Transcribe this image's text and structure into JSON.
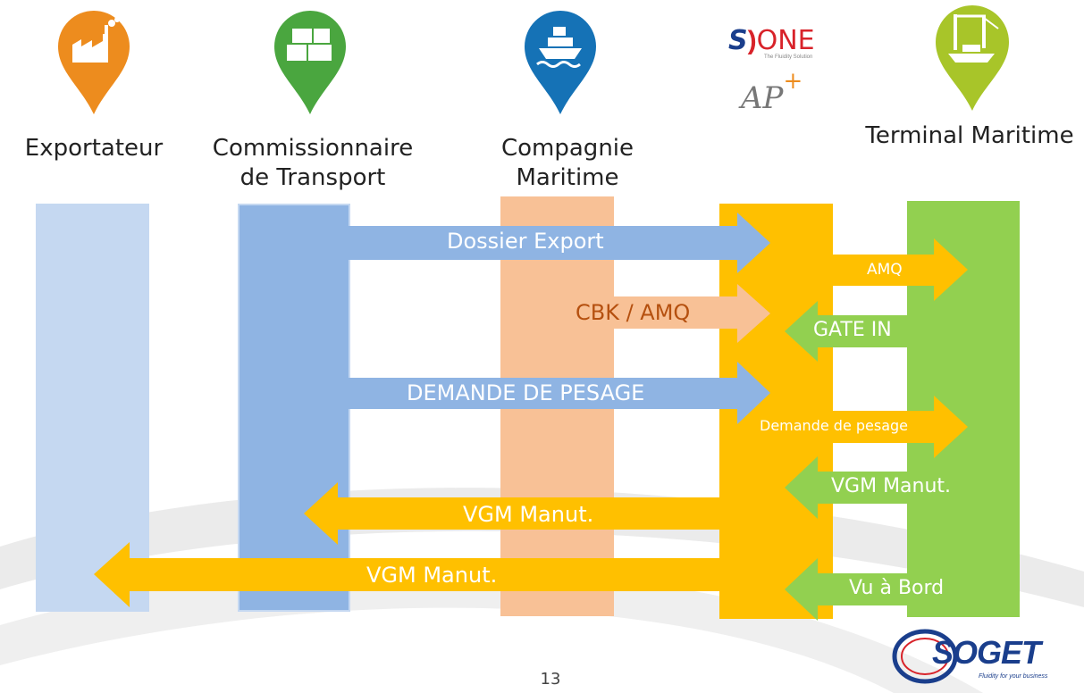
{
  "actors": [
    {
      "label": "Exportateur",
      "color": "#ED8C1E",
      "column_color": "#C5D8F1",
      "icon": "factory-icon"
    },
    {
      "label": "Commissionnaire de Transport",
      "color": "#4AA63F",
      "column_color": "#8FB4E3",
      "icon": "boxes-icon"
    },
    {
      "label": "Compagnie Maritime",
      "color": "#1572B6",
      "column_color": "#F8C196",
      "icon": "ship-icon"
    },
    {
      "label": "",
      "color": "#FFC000",
      "column_color": "#FFC000",
      "icon": "s-one-ap-plus-logo"
    },
    {
      "label": "Terminal Maritime",
      "color": "#A8C529",
      "column_color": "#92D050",
      "icon": "crane-icon"
    }
  ],
  "logos": {
    "s_one": "S",
    "one": "ONE",
    "s_one_tagline": "The Fluidity Solution",
    "ap_plus": "AP",
    "plus": "+",
    "soget": "SOGET",
    "soget_tagline": "Fluidity for your business"
  },
  "flows": [
    {
      "label": "Dossier Export",
      "from": "Commissionnaire de Transport",
      "to": "S)ONE / AP+",
      "color": "#8FB4E3"
    },
    {
      "label": "AMQ",
      "from": "S)ONE / AP+",
      "to": "Terminal Maritime",
      "color": "#FFC000"
    },
    {
      "label": "CBK / AMQ",
      "from": "Compagnie Maritime",
      "to": "S)ONE / AP+",
      "color": "#F8C196"
    },
    {
      "label": "GATE IN",
      "from": "Terminal Maritime",
      "to": "S)ONE / AP+",
      "color": "#92D050"
    },
    {
      "label": "DEMANDE DE PESAGE",
      "from": "Commissionnaire de Transport",
      "to": "S)ONE / AP+",
      "color": "#8FB4E3"
    },
    {
      "label": "Demande de pesage",
      "from": "S)ONE / AP+",
      "to": "Terminal Maritime",
      "color": "#FFC000"
    },
    {
      "label": "VGM Manut.",
      "from": "Terminal Maritime",
      "to": "S)ONE / AP+",
      "color": "#92D050"
    },
    {
      "label": "VGM Manut.",
      "from": "S)ONE / AP+",
      "to": "Commissionnaire de Transport",
      "color": "#FFC000"
    },
    {
      "label": "VGM Manut.",
      "from": "S)ONE / AP+",
      "to": "Exportateur",
      "color": "#FFC000"
    },
    {
      "label": "Vu à Bord",
      "from": "Terminal Maritime",
      "to": "S)ONE / AP+",
      "color": "#92D050"
    }
  ],
  "page_number": "13",
  "colors": {
    "swoosh": "#E6E6E6",
    "cbk_text": "#B5500F"
  }
}
